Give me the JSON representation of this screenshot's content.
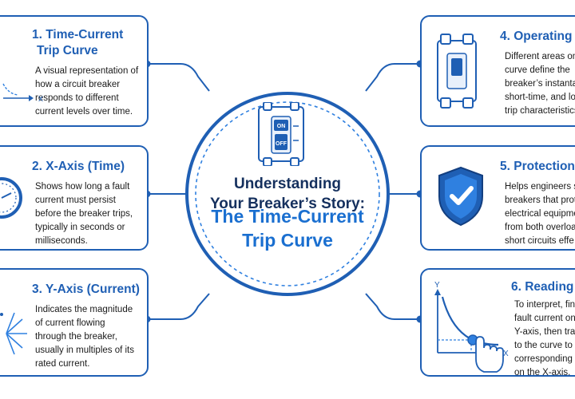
{
  "colors": {
    "accent": "#1f5fb4",
    "accent_light": "#2f80e0",
    "text": "#1a1a1a",
    "title_dark": "#15305e"
  },
  "center": {
    "title_line1": "Understanding",
    "title_line2": "Your Breaker’s Story:",
    "subtitle_line1": "The Time-Current",
    "subtitle_line2": "Trip Curve",
    "breaker_on": "ON",
    "breaker_off": "OFF"
  },
  "cards": [
    {
      "id": "c1",
      "heading_line1": "1. Time-Current",
      "heading_line2": "Trip Curve",
      "body": [
        "A visual representation of",
        "how a circuit breaker",
        "responds to different",
        "current levels over time."
      ],
      "icon": "mini-graph-icon",
      "icon_axis_label": "X"
    },
    {
      "id": "c2",
      "heading_line1": "2. X-Axis (Time)",
      "heading_line2": "",
      "body": [
        "Shows how long a fault",
        "current must persist",
        "before the breaker trips,",
        "typically in seconds or",
        "milliseconds."
      ],
      "icon": "clock-icon"
    },
    {
      "id": "c3",
      "heading_line1": "3. Y-Axis (Current)",
      "heading_line2": "",
      "body": [
        "Indicates the magnitude",
        "of current flowing",
        "through the breaker,",
        "usually in multiples of its",
        "rated current."
      ],
      "icon": "burst-icon"
    },
    {
      "id": "c4",
      "heading_line1": "4. Operating R",
      "heading_line2": "",
      "body": [
        "Different areas on t",
        "curve define the",
        "breaker’s instantan",
        "short-time, and lor",
        "trip characteristics"
      ],
      "icon": "breaker-icon"
    },
    {
      "id": "c5",
      "heading_line1": "5. Protection Z",
      "heading_line2": "",
      "body": [
        "Helps engineers se",
        "breakers that prot",
        "electrical equipme",
        "from both overloa",
        "short circuits effe"
      ],
      "icon": "shield-check-icon"
    },
    {
      "id": "c6",
      "heading_line1": "6. Reading th",
      "heading_line2": "",
      "body": [
        "To interpret, fin",
        "fault current on",
        "Y-axis, then trac",
        "to the curve to",
        "corresponding",
        "on the X-axis."
      ],
      "icon": "curve-hand-icon",
      "icon_y_label": "Y",
      "icon_x_label": "X"
    }
  ]
}
